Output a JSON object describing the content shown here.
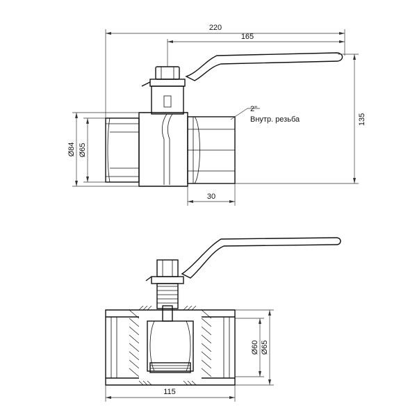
{
  "top_view": {
    "dims": {
      "total_length": "220",
      "lever_length": "165",
      "height": "135",
      "outer_diameter": "Ø84",
      "thread_diameter": "Ø65",
      "thread_length": "30"
    },
    "callout": {
      "size": "2\"",
      "thread_type": "Внутр. резьба"
    }
  },
  "section_view": {
    "dims": {
      "bore_diameter": "Ø60",
      "thread_diameter": "Ø65",
      "body_length": "115"
    }
  }
}
